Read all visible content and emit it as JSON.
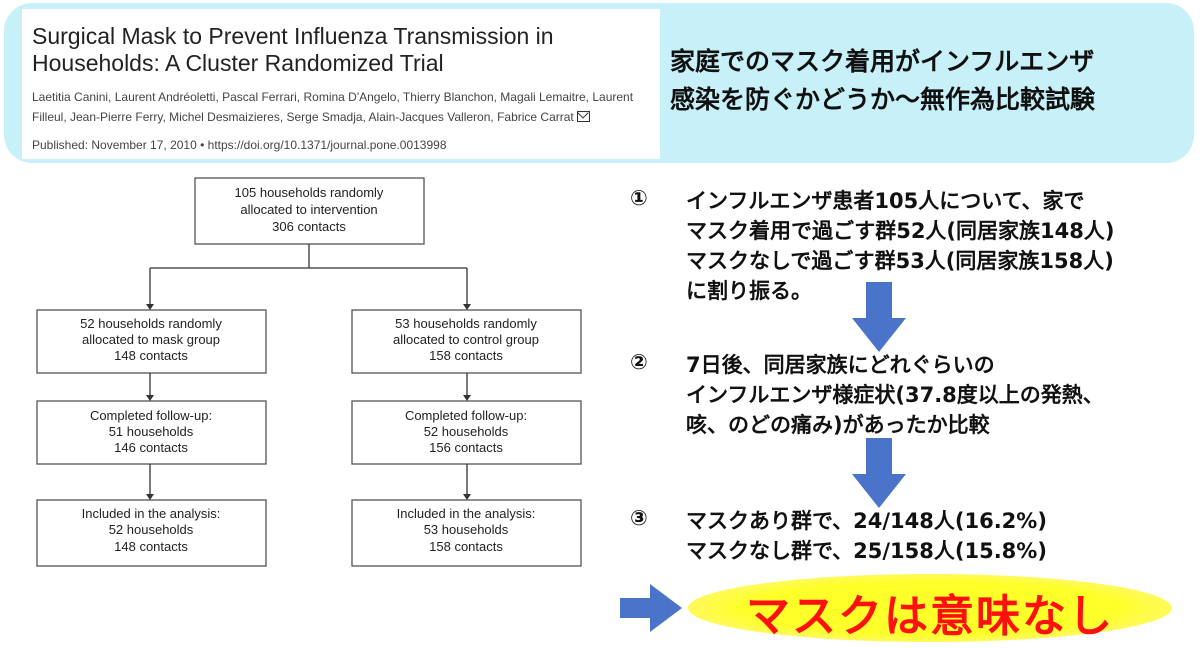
{
  "paper": {
    "title": "Surgical Mask to Prevent Influenza Transmission in Households: A Cluster Randomized Trial",
    "authors": "Laetitia Canini, Laurent Andréoletti, Pascal Ferrari, Romina D'Angelo, Thierry Blanchon, Magali Lemaitre, Laurent Filleul, Jean-Pierre Ferry, Michel Desmaizieres, Serge Smadja, Alain-Jacques Valleron, Fabrice Carrat",
    "meta": "Published: November 17, 2010 •   https://doi.org/10.1371/journal.pone.0013998",
    "icon": "mail-icon"
  },
  "header_heading": "家庭でのマスク着用がインフルエンザ\n感染を防ぐかどうか～無作為比較試験",
  "flow": {
    "top": [
      "105 households randomly",
      "allocated to intervention",
      "306 contacts"
    ],
    "left": {
      "allocated": [
        "52 households randomly",
        "allocated to mask group",
        "148 contacts"
      ],
      "followup": [
        "Completed follow-up:",
        "51 households",
        "146 contacts"
      ],
      "analysis": [
        "Included in the analysis:",
        "52 households",
        "148 contacts"
      ]
    },
    "right": {
      "allocated": [
        "53 households randomly",
        "allocated to control group",
        "158 contacts"
      ],
      "followup": [
        "Completed follow-up:",
        "52 households",
        "156 contacts"
      ],
      "analysis": [
        "Included in the analysis:",
        "53 households",
        "158 contacts"
      ]
    }
  },
  "steps": [
    {
      "num": "①",
      "text": "インフルエンザ患者105人について、家で\nマスク着用で過ごす群52人(同居家族148人)\nマスクなしで過ごす群53人(同居家族158人)\nに割り振る。"
    },
    {
      "num": "②",
      "text": "7日後、同居家族にどれぐらいの\nインフルエンザ様症状(37.8度以上の発熱、\n咳、のどの痛み)があったか比較"
    },
    {
      "num": "③",
      "text": "マスクあり群で、24/148人(16.2%)\nマスクなし群で、25/158人(15.8%)"
    }
  ],
  "conclusion": "マスクは意味なし",
  "colors": {
    "panel": "#c7f0f8",
    "arrow": "#4a74c9",
    "highlight": "#ffff2a",
    "conclusion_text": "#ff1010"
  }
}
